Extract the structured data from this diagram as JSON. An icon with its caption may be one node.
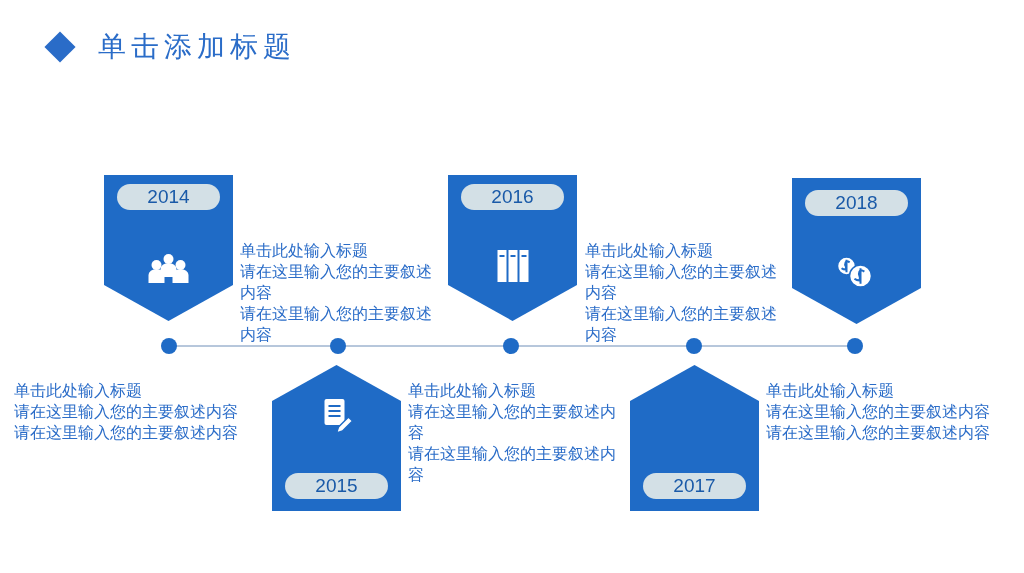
{
  "diagram": {
    "title": "单击添加标题",
    "nodes": [
      {
        "text": [
          "2014"
        ]
      },
      {
        "text": [
          "2015"
        ]
      },
      {
        "text": [
          "2016"
        ]
      },
      {
        "text": [
          "2017"
        ]
      },
      {
        "text": [
          "2018"
        ]
      }
    ],
    "labels": [
      "单击此处输入标题",
      "请在这里输入您的主要叙述内容",
      "请在这里输入您的主要叙述内容",
      "单击此处输入标题",
      "请在这里输入您的主要叙述内容",
      "请在这里输入您的主要叙述内容",
      "单击此处输入标题",
      "请在这里输入您的主要叙述内容",
      "请在这里输入您的主要叙述内容",
      "单击此处输入标题",
      "请在这里输入您的主要叙述内容",
      "请在这里输入您的主要叙述内容",
      "单击此处输入标题",
      "请在这里输入您的主要叙述内容",
      "请在这里输入您的主要叙述内容"
    ]
  }
}
